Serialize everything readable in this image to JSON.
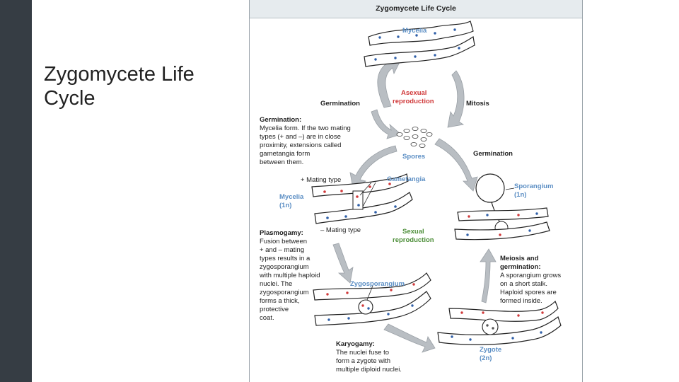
{
  "slide": {
    "title": "Zygomycete Life Cycle"
  },
  "figure": {
    "header": "Zygomycete Life Cycle",
    "labels": {
      "mycelia_top": "Mycelia",
      "asexual_1": "Asexual",
      "asexual_2": "reproduction",
      "germination_left": "Germination",
      "mitosis": "Mitosis",
      "spores": "Spores",
      "germination_right": "Germination",
      "gametangia": "Gametangia",
      "plus_mating": "+ Mating type",
      "minus_mating": "– Mating type",
      "mycelia_left_1": "Mycelia",
      "mycelia_left_2": "(1n)",
      "sporangium_1": "Sporangium",
      "sporangium_2": "(1n)",
      "sexual_1": "Sexual",
      "sexual_2": "reproduction",
      "zygosporangium": "Zygosporangium",
      "zygote_1": "Zygote",
      "zygote_2": "(2n)"
    },
    "germination_note": {
      "heading": "Germination:",
      "lines": [
        "Mycelia form. If the two mating",
        "types (+ and –) are in close",
        "proximity, extensions called",
        "gametangia form",
        "between them."
      ]
    },
    "plasmogamy_note": {
      "heading": "Plasmogamy:",
      "lines": [
        "Fusion between",
        "+ and – mating",
        "types results in a",
        "zygosporangium",
        "with multiple haploid",
        "nuclei. The",
        "zygosporangium",
        "forms a thick,",
        "protective",
        "coat."
      ]
    },
    "meiosis_note": {
      "heading_1": "Meiosis and",
      "heading_2": "germination:",
      "lines": [
        "A sporangium grows",
        "on a short stalk.",
        "Haploid spores are",
        "formed inside."
      ]
    },
    "karyogamy_note": {
      "heading": "Karyogamy:",
      "lines": [
        "The nuclei fuse to",
        "form a zygote with",
        "multiple diploid nuclei."
      ]
    },
    "colors": {
      "plus_nucleus": "#d0393a",
      "minus_nucleus": "#2f5fa8",
      "arrow": "#b9bec3",
      "blue_label": "#5b8ec4",
      "green_label": "#4e8f3a"
    }
  }
}
